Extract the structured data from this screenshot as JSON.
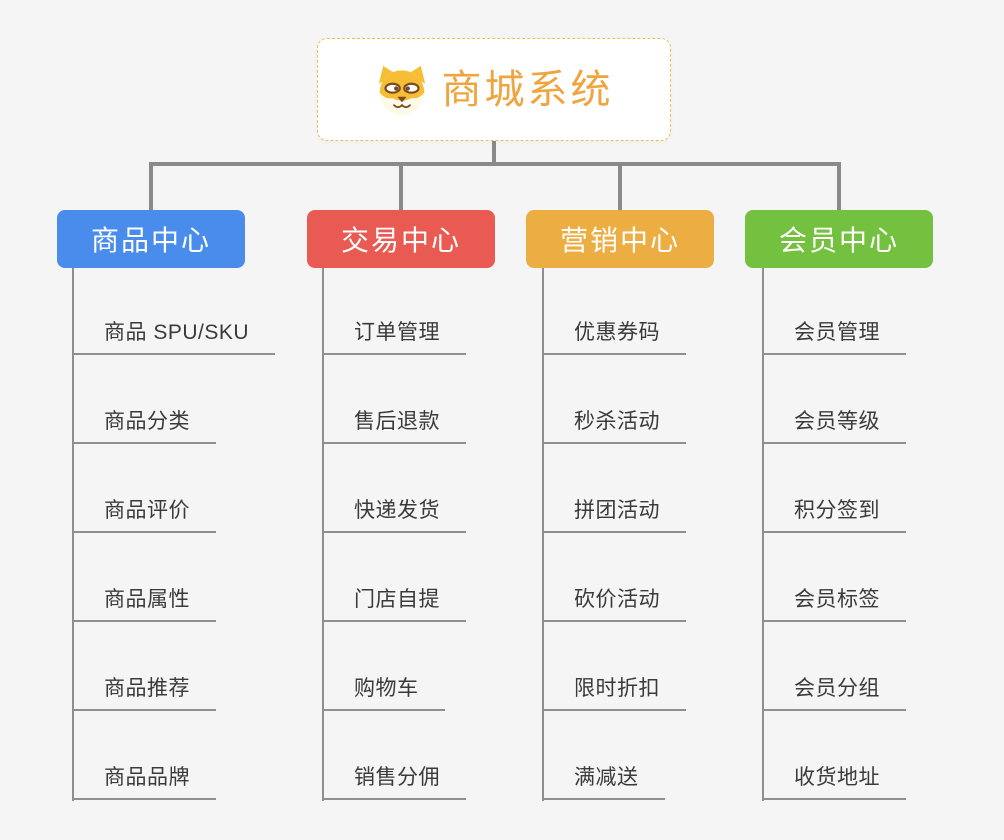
{
  "root": {
    "title": "商城系统",
    "icon": "dog-icon",
    "title_color": "#F0A43E",
    "border_color": "#F0BC54"
  },
  "connector_color": "#8A8A8A",
  "branches": [
    {
      "label": "商品中心",
      "color": "#4A8CEC",
      "items": [
        "商品 SPU/SKU",
        "商品分类",
        "商品评价",
        "商品属性",
        "商品推荐",
        "商品品牌"
      ]
    },
    {
      "label": "交易中心",
      "color": "#E95A53",
      "items": [
        "订单管理",
        "售后退款",
        "快递发货",
        "门店自提",
        "购物车",
        "销售分佣"
      ]
    },
    {
      "label": "营销中心",
      "color": "#ECAE42",
      "items": [
        "优惠券码",
        "秒杀活动",
        "拼团活动",
        "砍价活动",
        "限时折扣",
        "满减送"
      ]
    },
    {
      "label": "会员中心",
      "color": "#74C03F",
      "items": [
        "会员管理",
        "会员等级",
        "积分签到",
        "会员标签",
        "会员分组",
        "收货地址"
      ]
    }
  ]
}
